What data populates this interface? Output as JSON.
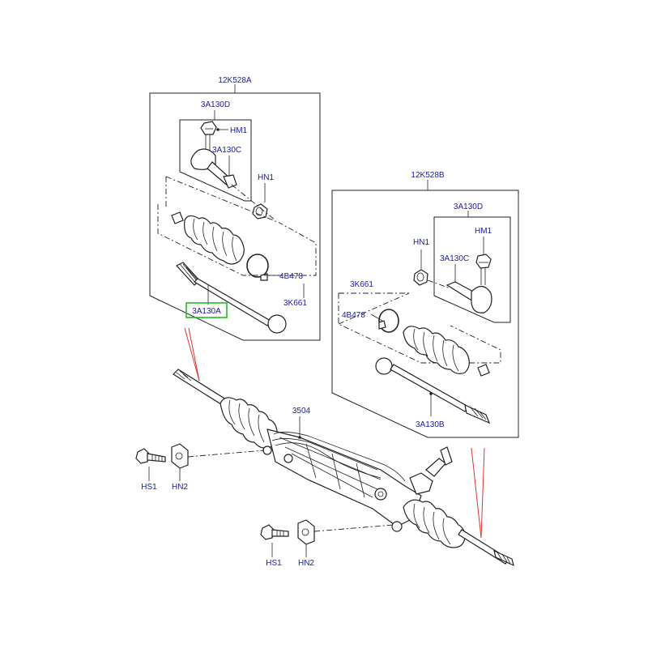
{
  "diagram": {
    "assembly_labels": {
      "left_kit": "12K528A",
      "right_kit": "12K528B",
      "gear": "3504"
    },
    "left_kit_labels": {
      "tie_rod_end": "3A130D",
      "nut": "HM1",
      "tie_rod_end_inner": "3A130C",
      "lock_nut": "HN1",
      "clamp": "4B478",
      "boot": "3K661",
      "inner_tie_rod": "3A130A"
    },
    "right_kit_labels": {
      "tie_rod_end": "3A130D",
      "nut": "HM1",
      "lock_nut": "HN1",
      "tie_rod_end_inner": "3A130C",
      "boot": "3K661",
      "clamp": "4B478",
      "inner_tie_rod": "3A130B"
    },
    "fastener_labels": {
      "bolt_upper": "HS1",
      "bracket_upper": "HN2",
      "bolt_lower": "HS1",
      "bracket_lower": "HN2"
    },
    "highlight": {
      "label": "3A130A",
      "color": "#22bb22"
    },
    "colors": {
      "label_text": "#1a1aa0",
      "line_art": "#222222",
      "pointer": "#dd3333"
    }
  }
}
